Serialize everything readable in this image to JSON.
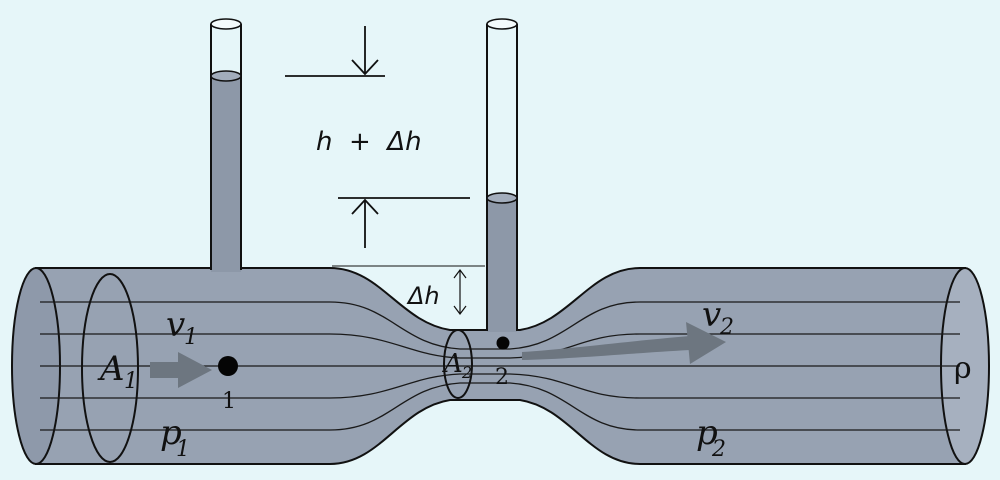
{
  "diagram": {
    "top_label": "h  +  Δh",
    "delta_label": "Δh",
    "area_1": "A",
    "area_1_sub": "1",
    "area_2": "A",
    "area_2_sub": "2",
    "velocity_1": "v",
    "velocity_1_sub": "1",
    "velocity_2": "v",
    "velocity_2_sub": "2",
    "pressure_1": "p",
    "pressure_1_sub": "1",
    "pressure_2": "p",
    "pressure_2_sub": "2",
    "point_1": "1",
    "point_2": "2",
    "density": "ρ"
  },
  "colors": {
    "background": "#e6f6f9",
    "pipe_fill": "#97a2b2",
    "liquid": "#8d98a8",
    "arrow": "#6d7680"
  }
}
